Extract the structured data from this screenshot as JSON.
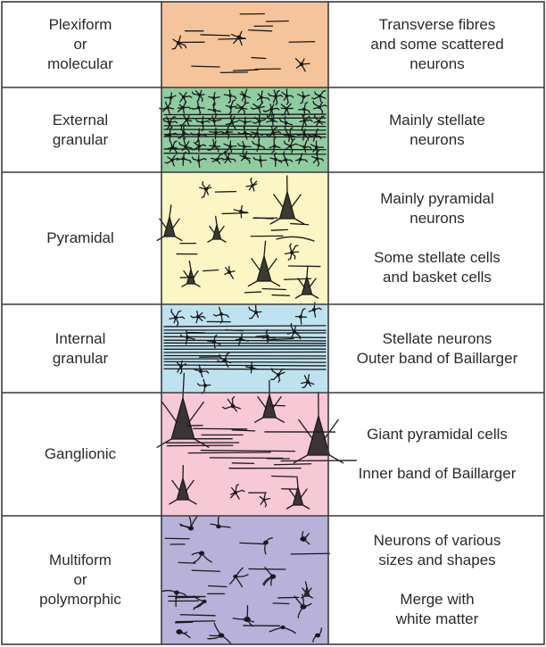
{
  "colors": {
    "border": "#3a3a3a",
    "ink": "#1a1a1a",
    "layer_fills": [
      "#f6c49a",
      "#8fcca0",
      "#fcf5c4",
      "#bfe2f0",
      "#f7c8d6",
      "#b8b1da"
    ]
  },
  "layers": [
    {
      "name_lines": [
        "Plexiform",
        "or",
        "molecular"
      ],
      "description": [
        [
          "Transverse fibres",
          "and some scattered",
          "neurons"
        ]
      ]
    },
    {
      "name_lines": [
        "External",
        "granular"
      ],
      "description": [
        [
          "Mainly stellate",
          "neurons"
        ]
      ]
    },
    {
      "name_lines": [
        "Pyramidal"
      ],
      "description": [
        [
          "Mainly pyramidal",
          "neurons"
        ],
        [
          "Some stellate cells",
          "and basket cells"
        ]
      ]
    },
    {
      "name_lines": [
        "Internal",
        "granular"
      ],
      "description": [
        [
          "Stellate neurons",
          "Outer band of Baillarger"
        ]
      ]
    },
    {
      "name_lines": [
        "Ganglionic"
      ],
      "description": [
        [
          "Giant pyramidal cells"
        ],
        [
          "Inner band of Baillarger"
        ]
      ]
    },
    {
      "name_lines": [
        "Multiform",
        "or",
        "polymorphic"
      ],
      "description": [
        [
          "Neurons of various",
          "sizes and shapes"
        ],
        [
          "Merge with",
          "white matter"
        ]
      ]
    }
  ]
}
